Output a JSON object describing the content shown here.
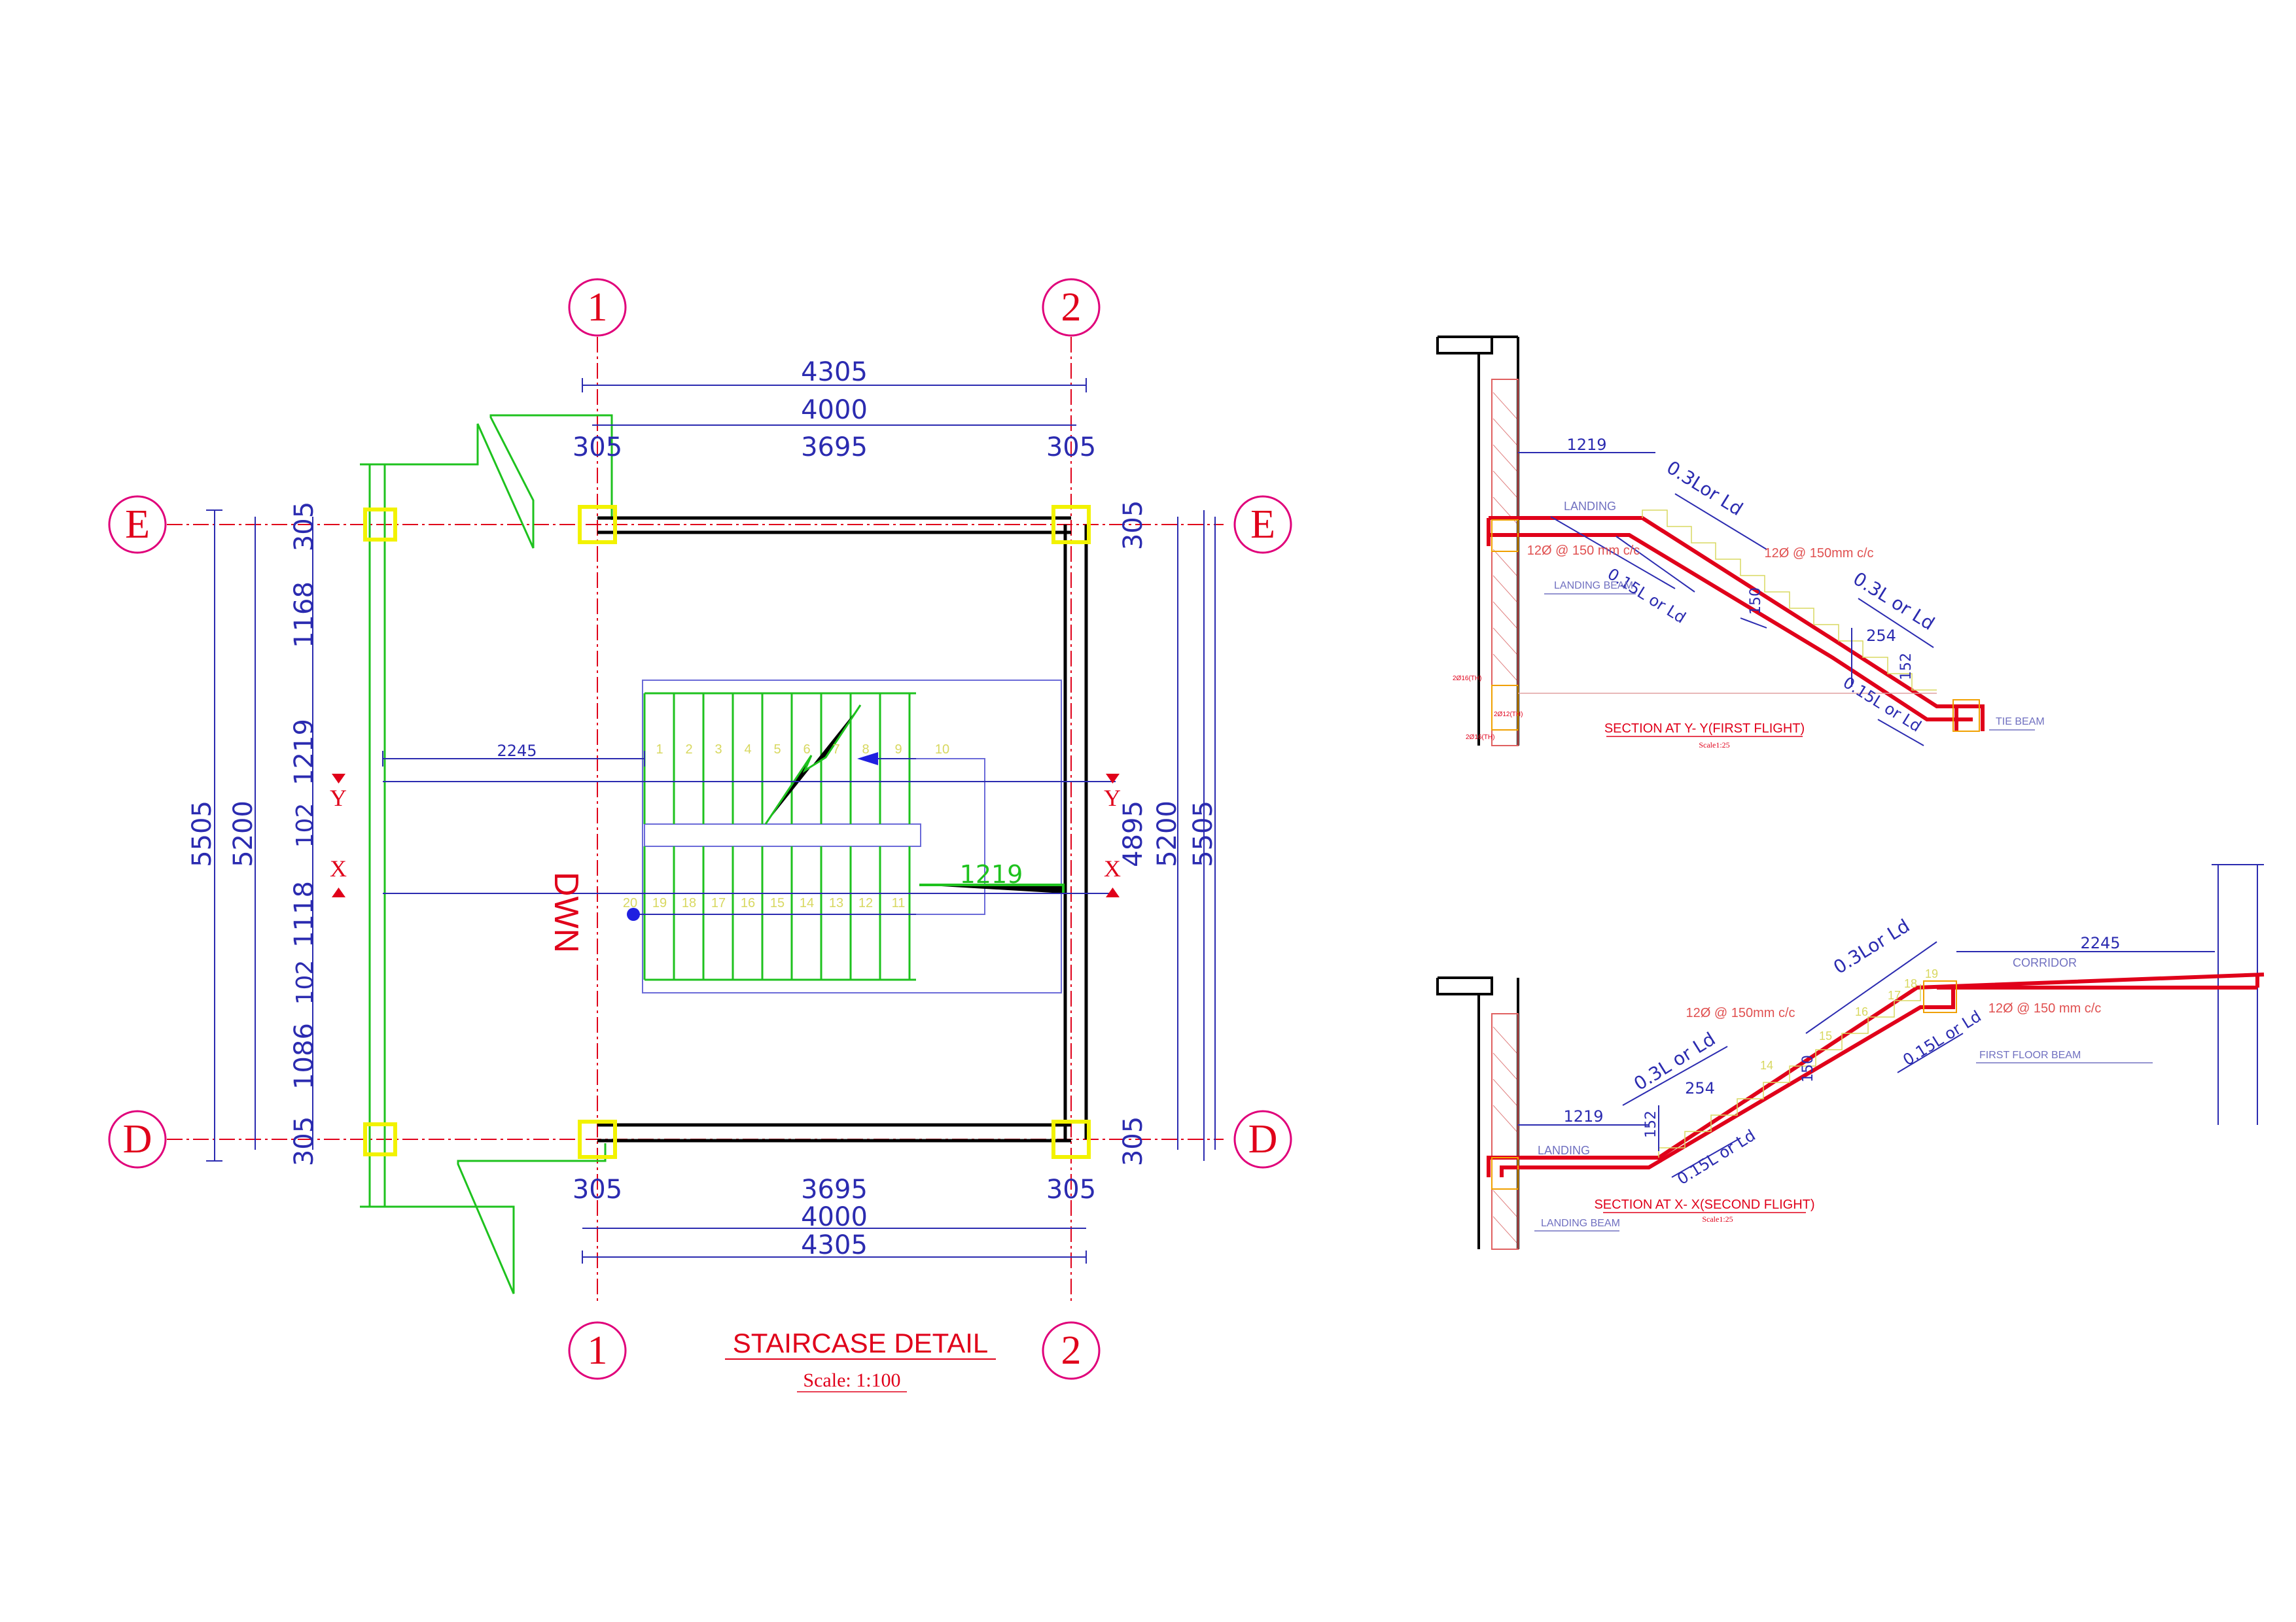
{
  "plan": {
    "title": "STAIRCASE DETAIL",
    "scale": "Scale: 1:100",
    "grid_cols": [
      "1",
      "2"
    ],
    "grid_rows": [
      "E",
      "D"
    ],
    "top_dims": [
      "4305",
      "4000",
      "305",
      "3695",
      "305"
    ],
    "bottom_dims": [
      "305",
      "3695",
      "305",
      "4000",
      "4305"
    ],
    "left_dims": [
      "5505",
      "5200",
      "305",
      "1168",
      "1219",
      "102",
      "1118",
      "102",
      "1086",
      "305"
    ],
    "right_dims": [
      "305",
      "4895",
      "5200",
      "5505",
      "305"
    ],
    "inner_dims": [
      "2245",
      "1219"
    ],
    "section_marks": [
      "Y",
      "Y",
      "X",
      "X"
    ],
    "direction": "DWN",
    "steps_upper": [
      "1",
      "2",
      "3",
      "4",
      "5",
      "6",
      "7",
      "8",
      "9",
      "10"
    ],
    "steps_lower": [
      "20",
      "19",
      "18",
      "17",
      "16",
      "15",
      "14",
      "13",
      "12",
      "11"
    ]
  },
  "section_y": {
    "title": "SECTION AT Y- Y(FIRST FLIGHT)",
    "scale": "Scale1:25",
    "dim_1219": "1219",
    "landing": "LANDING",
    "landing_beam": "LANDING BEAM",
    "tie_beam": "TIE BEAM",
    "rebar_1": "12Ø @ 150 mm c/c",
    "rebar_2": "12Ø @ 150mm c/c",
    "ld_1": "0.3Lor Ld",
    "ld_2": "0.3L or Ld",
    "ld_3": "0.15L or Ld",
    "ld_4": "0.15L or Ld",
    "thk": "150",
    "tread": "254",
    "riser": "152",
    "tiny_1": "2Ø16(TH)",
    "tiny_2": "2Ø12(TH)",
    "tiny_3": "2Ø16(TH)"
  },
  "section_x": {
    "title": "SECTION AT X- X(SECOND FLIGHT)",
    "scale": "Scale1:25",
    "dim_1219": "1219",
    "dim_2245": "2245",
    "landing": "LANDING",
    "landing_beam": "LANDING BEAM",
    "corridor": "CORRIDOR",
    "first_floor_beam": "FIRST FLOOR BEAM",
    "rebar_1": "12Ø @ 150mm c/c",
    "rebar_2": "12Ø @ 150 mm c/c",
    "ld_1": "0.3Lor Ld",
    "ld_2": "0.3L or Ld",
    "ld_3": "0.15L or Ld",
    "ld_4": "0.15L or Ld",
    "thk": "150",
    "tread": "254",
    "riser": "152",
    "steps": [
      "14",
      "15",
      "16",
      "17",
      "18",
      "19"
    ]
  },
  "colors": {
    "dim": "#2b2bb0",
    "red": "#e0001a",
    "magenta": "#e0007a",
    "green": "#1ec21e",
    "yellow": "#f2f200",
    "wall": "#000000"
  }
}
